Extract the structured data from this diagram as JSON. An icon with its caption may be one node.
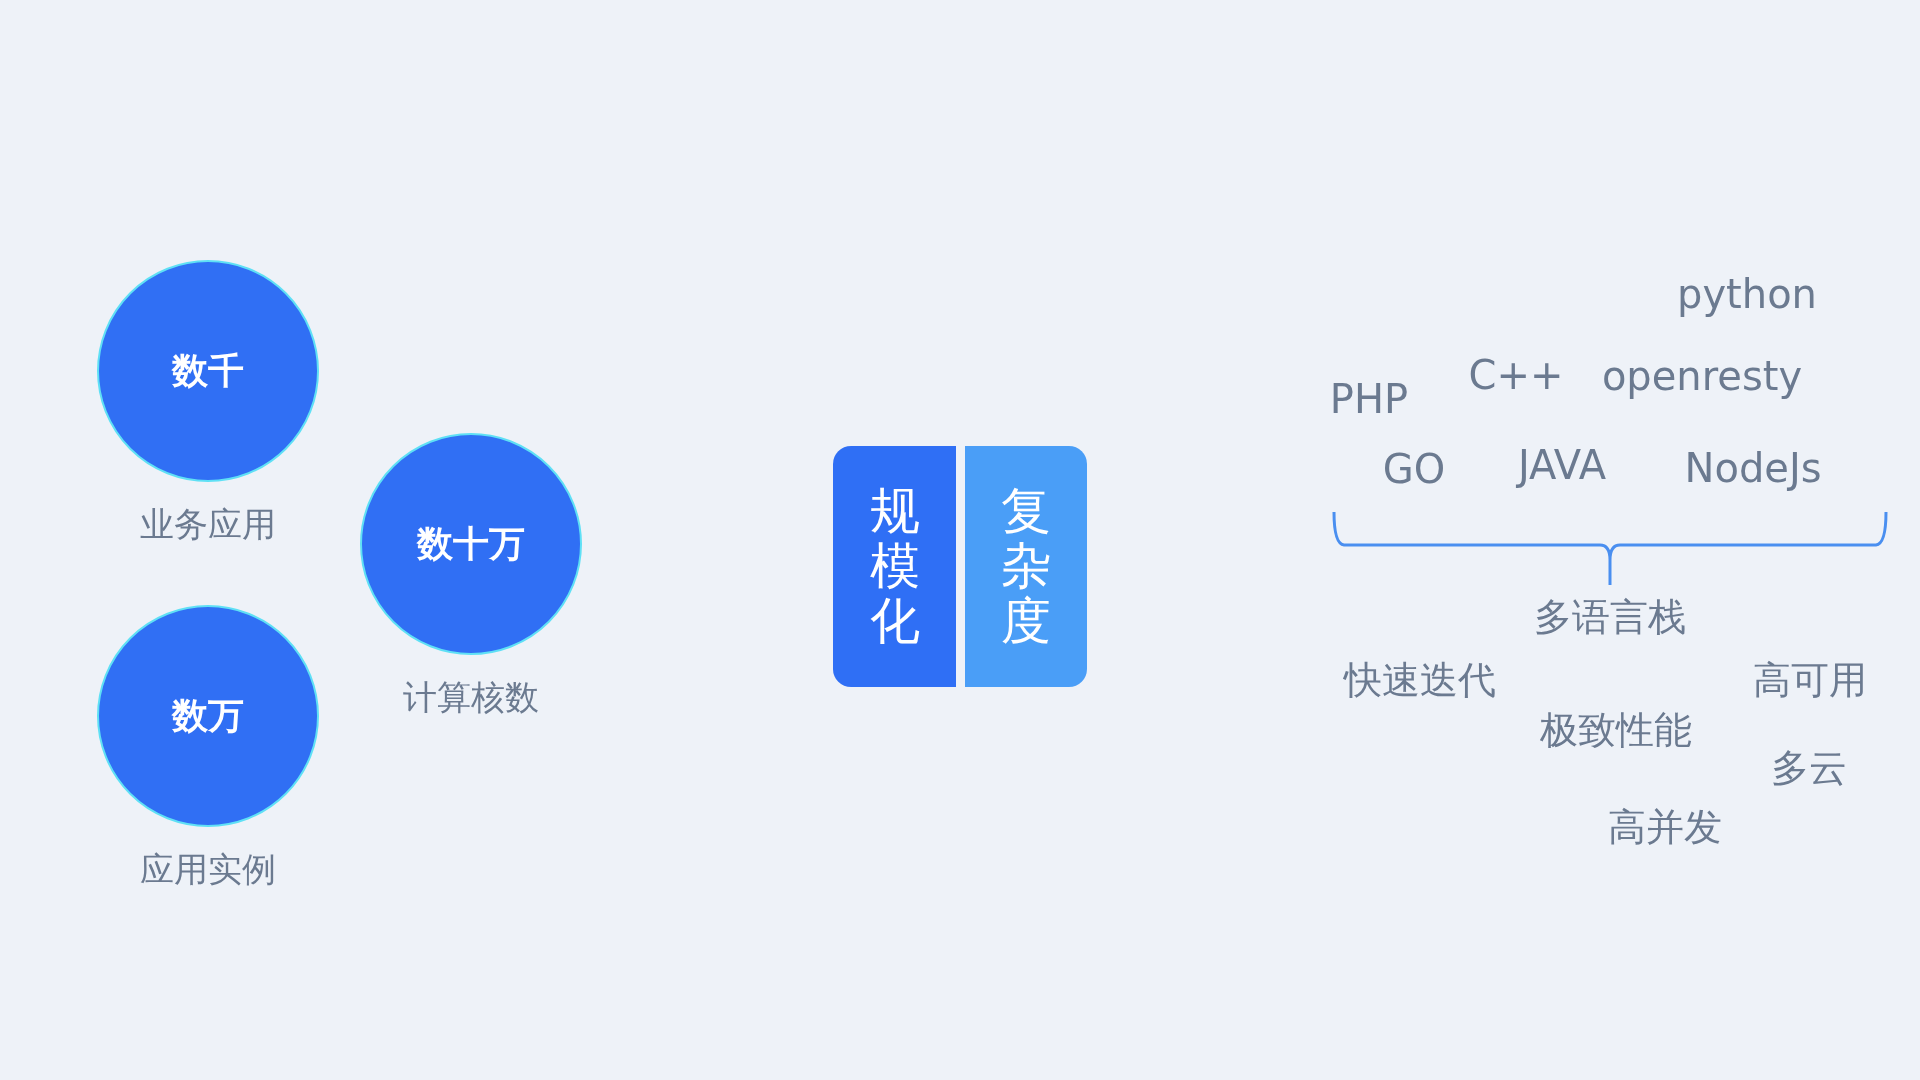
{
  "diagram": {
    "nodes": [
      {
        "text": [
          "数千"
        ],
        "beside": [
          "业务应用"
        ]
      },
      {
        "text": [
          "数十万"
        ],
        "beside": [
          "计算核数"
        ]
      },
      {
        "text": [
          "数万"
        ],
        "beside": [
          "应用实例"
        ]
      },
      {
        "text": [
          "规模化"
        ]
      },
      {
        "text": [
          "复杂度"
        ]
      }
    ],
    "labels": [
      "python",
      "C++",
      "openresty",
      "PHP",
      "GO",
      "JAVA",
      "NodeJs",
      "多语言栈",
      "快速迭代",
      "高可用",
      "极致性能",
      "多云",
      "高并发"
    ]
  }
}
